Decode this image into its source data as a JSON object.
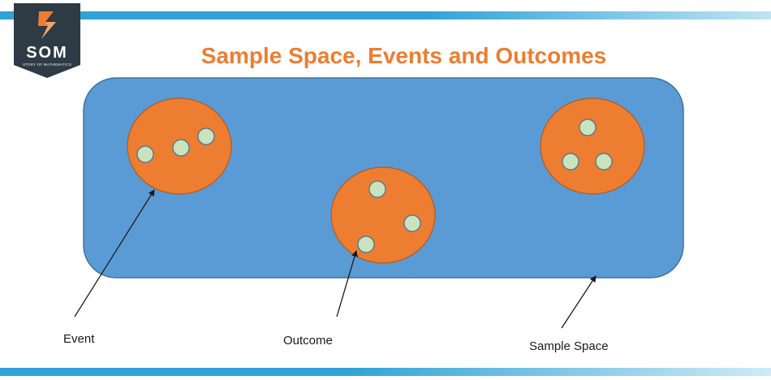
{
  "logo": {
    "abbreviation": "SOM",
    "tagline": "STORY OF MATHEMATICS"
  },
  "title": "Sample Space, Events and Outcomes",
  "labels": {
    "event": "Event",
    "outcome": "Outcome",
    "sample_space": "Sample Space"
  },
  "colors": {
    "sample_space_fill": "#5b9bd5",
    "event_fill": "#ed7d31",
    "outcome_fill": "#c9e3bd",
    "title": "#ed7d31",
    "logo_bg": "#2e3a44",
    "band": "#2fa3d6"
  }
}
